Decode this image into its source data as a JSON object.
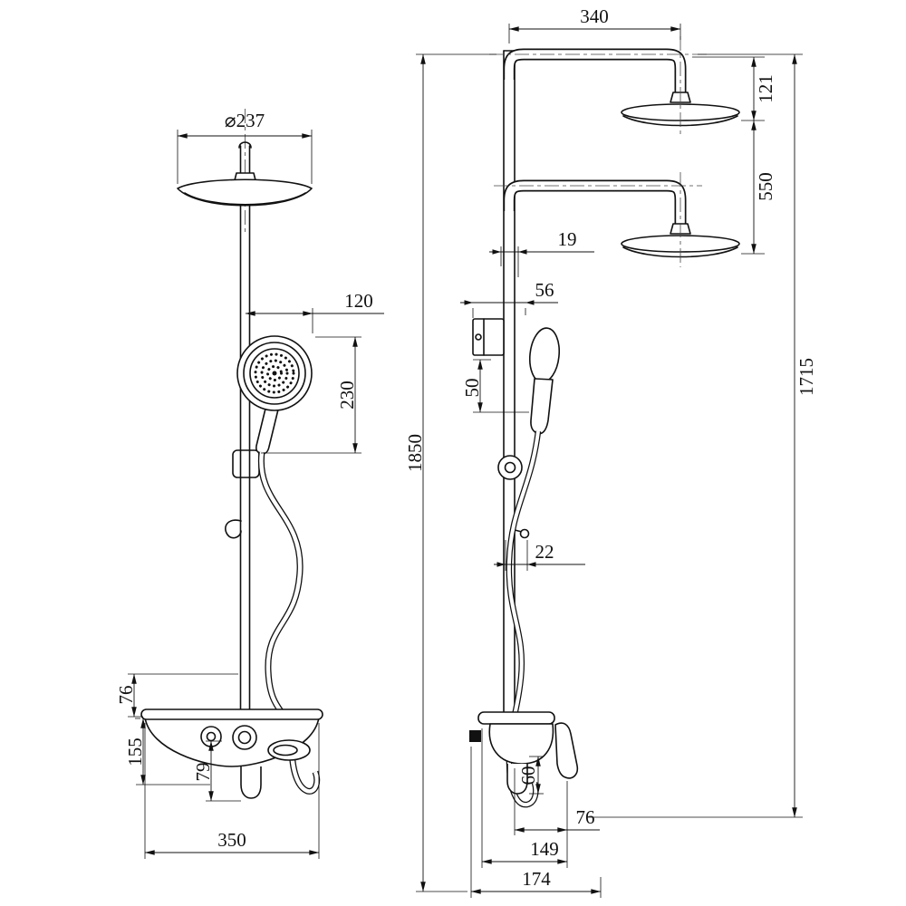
{
  "dimensions": {
    "front_view": {
      "head_diameter": "⌀237",
      "hand_shower_offset": "120",
      "hand_shower_height": "230",
      "shelf_clearance": "76",
      "shelf_height": "155",
      "spout_height": "79",
      "shelf_width": "350"
    },
    "side_view": {
      "arm_reach": "340",
      "head_drop": "121",
      "head_spacing": "550",
      "pole_offset": "19",
      "bracket_offset": "56",
      "bracket_drop": "50",
      "total_height": "1850",
      "head_height": "1715",
      "hook_reach": "22",
      "spout_drop": "60",
      "body_depth": "76",
      "base_depth": "149",
      "overall_depth": "174"
    }
  }
}
